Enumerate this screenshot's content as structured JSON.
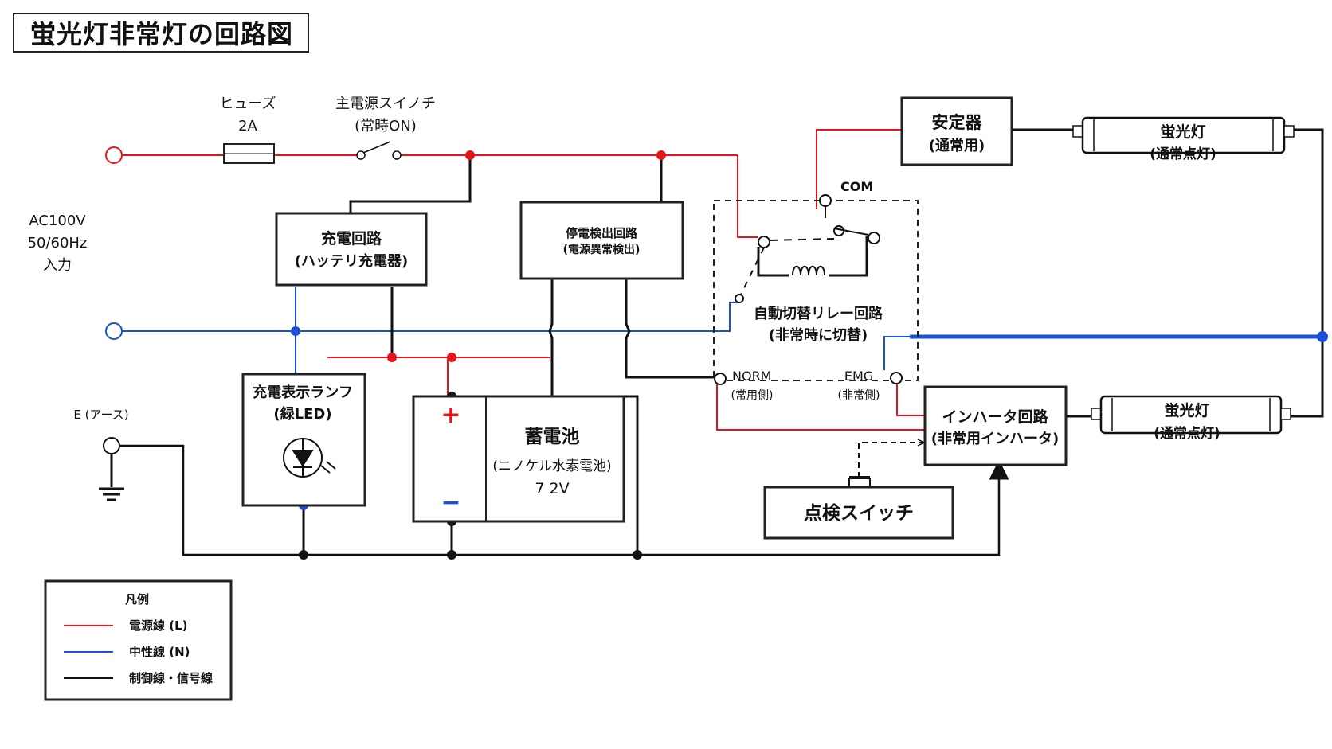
{
  "title": "蛍光灯非常灯の回路図",
  "colors": {
    "live": "#e8141b",
    "neutral": "#1a4fd6",
    "control": "#111111"
  },
  "input": {
    "line1": "AC100V",
    "line2": "50/60Hz",
    "line3": "入力"
  },
  "fuse": {
    "label": "ヒューズ",
    "rating": "2A"
  },
  "main_switch": {
    "label": "主電源スイノチ",
    "note": "(常時ON)"
  },
  "charger": {
    "title": "充電回路",
    "subtitle": "(ハッテリ充電器)"
  },
  "outage_detector": {
    "title": "停電検出回路",
    "subtitle": "(電源異常検出)"
  },
  "relay": {
    "title": "自動切替リレー回路",
    "subtitle": "(非常時に切替)",
    "com": "COM",
    "norm": "NORM",
    "norm_note": "(常用側)",
    "emg": "EMG",
    "emg_note": "(非常側)"
  },
  "ballast": {
    "title": "安定器",
    "subtitle": "(通常用)"
  },
  "lamp_top": {
    "title": "蛍光灯",
    "subtitle": "(通常点灯)"
  },
  "lamp_bottom": {
    "title": "蛍光灯",
    "subtitle": "(通常点灯)"
  },
  "inverter": {
    "title": "インハータ回路",
    "subtitle": "(非常用インハータ)"
  },
  "indicator": {
    "title": "充電表示ランフ",
    "subtitle": "(緑LED)"
  },
  "battery": {
    "title": "蓄電池",
    "subtitle": "(ニノケル水素電池)",
    "voltage": "7 2V",
    "plus": "+",
    "minus": "−"
  },
  "test_switch": {
    "label": "点検スイッチ"
  },
  "earth": {
    "label": "E (アース)"
  },
  "legend": {
    "title": "凡例",
    "items": [
      "電源線 (L)",
      "中性線 (N)",
      "制御線・信号線"
    ]
  }
}
